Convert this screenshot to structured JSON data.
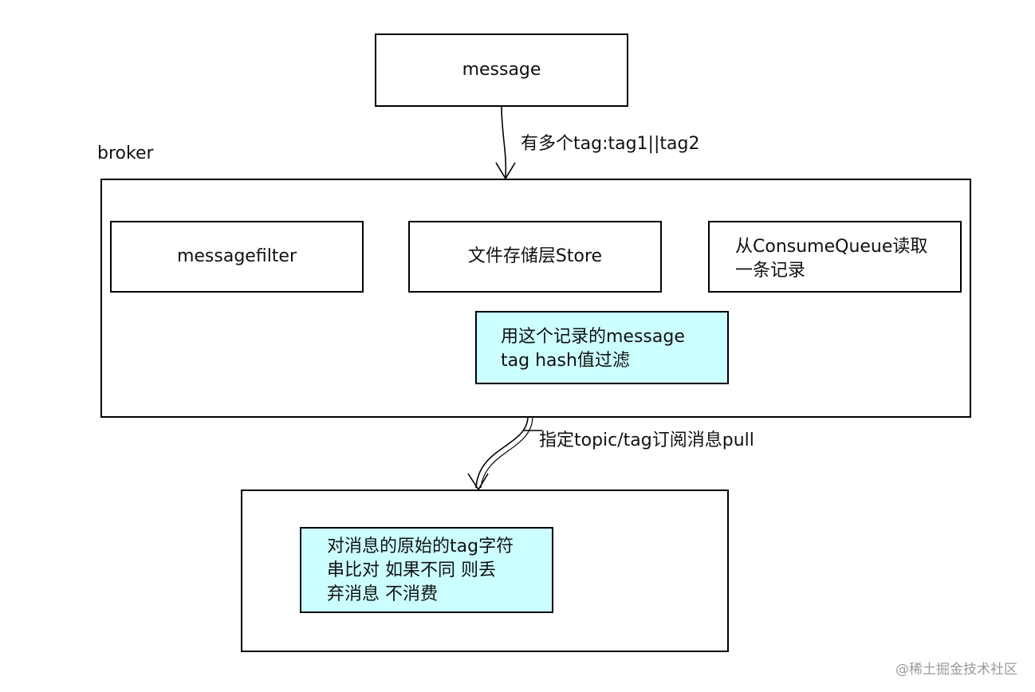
{
  "nodes": {
    "message": "message",
    "broker_label": "broker",
    "messagefilter": "messagefilter",
    "store": "文件存储层Store",
    "consume_queue": [
      "从ConsumeQueue读取",
      "一条记录"
    ],
    "hash_filter": [
      "用这个记录的message",
      "tag hash值过滤"
    ],
    "consumer_filter": [
      "对消息的原始的tag字符",
      "串比对 如果不同 则丢",
      "弃消息 不消费"
    ]
  },
  "edges": {
    "message_to_broker": "有多个tag:tag1||tag2",
    "broker_to_consumer": "指定topic/tag订阅消息pull"
  },
  "watermark": "@稀土掘金技术社区",
  "colors": {
    "highlight_fill": "#ccffff",
    "stroke": "#000000",
    "watermark": "#9a9a9a"
  }
}
